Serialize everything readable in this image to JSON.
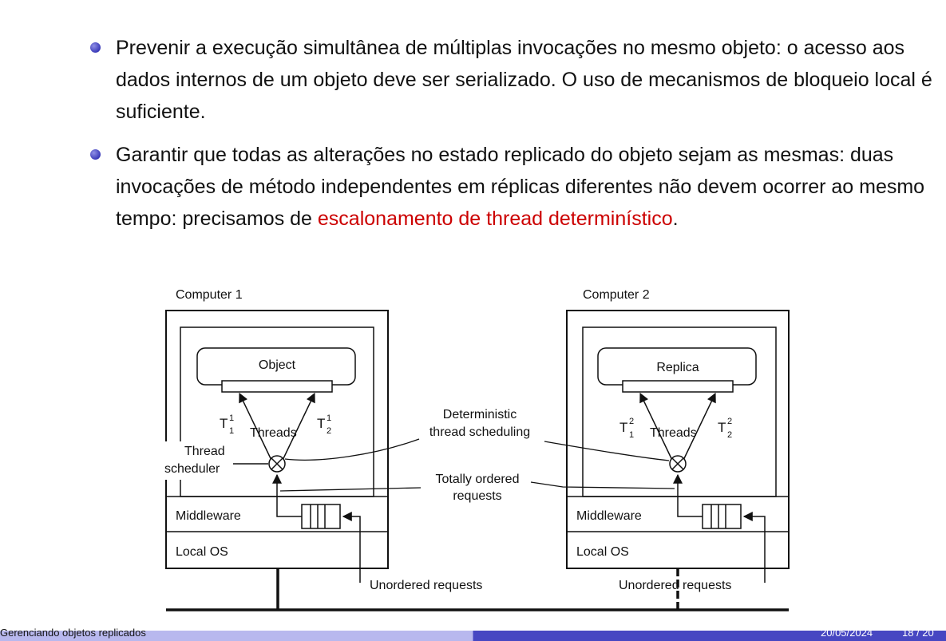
{
  "slide": {
    "bullets": [
      {
        "text": "Prevenir a execução simultânea de múltiplas invocações no mesmo objeto: o acesso aos dados internos de um objeto deve ser serializado. O uso de mecanismos de bloqueio local é suficiente."
      },
      {
        "text": "Garantir que todas as alterações no estado replicado do objeto sejam as mesmas: duas invocações de método independentes em réplicas diferentes não devem ocorrer ao mesmo tempo: precisamos de ",
        "highlight": "escalonamento de thread determinístico",
        "suffix": "."
      }
    ]
  },
  "diagram": {
    "computer1_label": "Computer 1",
    "computer2_label": "Computer 2",
    "object_label": "Object",
    "replica_label": "Replica",
    "threads_label": "Threads",
    "t1_sup_c1": "1",
    "t2_sup_c1": "1",
    "t1_sup_c2": "2",
    "t2_sup_c2": "2",
    "t_letter": "T",
    "t_sub_1": "1",
    "t_sub_2": "2",
    "thread_label": "Thread",
    "scheduler_label": "scheduler",
    "deterministic_line1": "Deterministic",
    "deterministic_line2": "thread scheduling",
    "totally_line1": "Totally ordered",
    "totally_line2": "requests",
    "middleware_label": "Middleware",
    "localos_label": "Local OS",
    "unordered_label": "Unordered requests"
  },
  "footer": {
    "left": "Gerenciando objetos replicados",
    "date": "20/05/2024",
    "page": "18 / 20"
  }
}
